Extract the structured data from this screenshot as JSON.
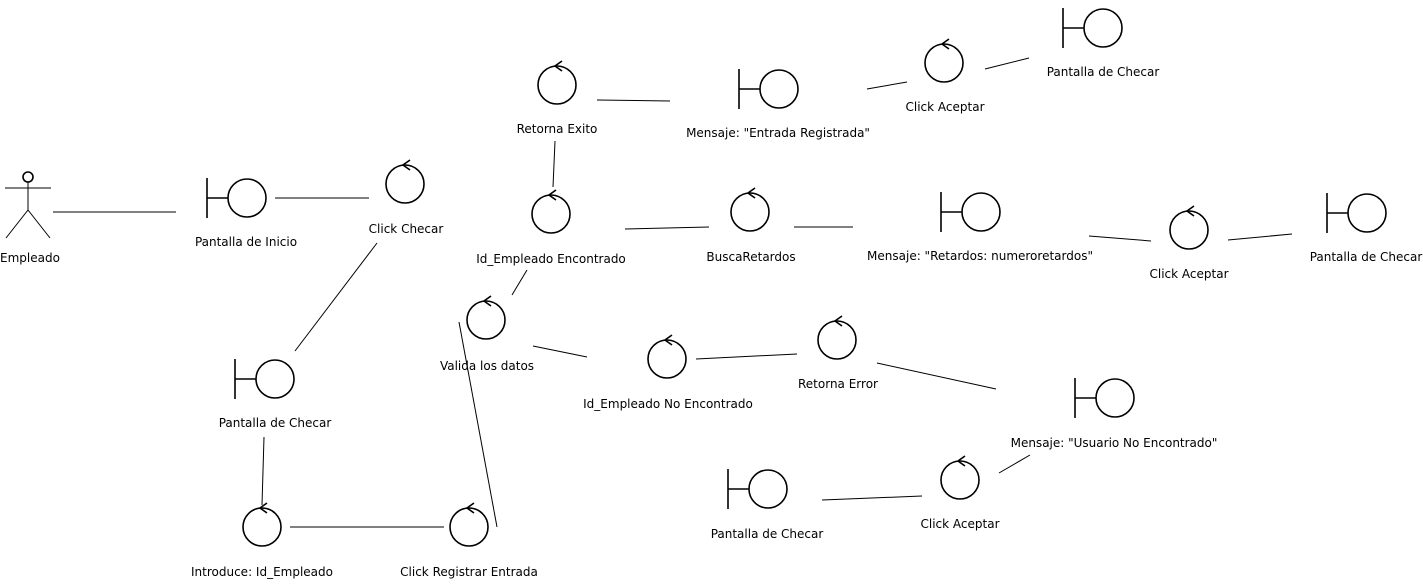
{
  "diagram": {
    "actor": {
      "label": "Empleado"
    },
    "elements": {
      "pantalla_inicio": {
        "type": "boundary",
        "label": "Pantalla de Inicio"
      },
      "click_checar": {
        "type": "control",
        "label": "Click Checar"
      },
      "pantalla_checar_1": {
        "type": "boundary",
        "label": "Pantalla de Checar"
      },
      "introduce_id": {
        "type": "control",
        "label": "Introduce: Id_Empleado"
      },
      "click_registrar": {
        "type": "control",
        "label": "Click Registrar Entrada"
      },
      "valida_datos": {
        "type": "control",
        "label": "Valida los datos"
      },
      "id_encontrado": {
        "type": "control",
        "label": "Id_Empleado Encontrado"
      },
      "retorna_exito": {
        "type": "control",
        "label": "Retorna Exito"
      },
      "msg_entrada": {
        "type": "boundary",
        "label": "Mensaje: \"Entrada Registrada\""
      },
      "click_aceptar_1": {
        "type": "control",
        "label": "Click Aceptar"
      },
      "pantalla_checar_2": {
        "type": "boundary",
        "label": "Pantalla de Checar"
      },
      "busca_retardos": {
        "type": "control",
        "label": "BuscaRetardos"
      },
      "msg_retardos": {
        "type": "boundary",
        "label": "Mensaje: \"Retardos: numeroretardos\""
      },
      "click_aceptar_2": {
        "type": "control",
        "label": "Click Aceptar"
      },
      "pantalla_checar_3": {
        "type": "boundary",
        "label": "Pantalla de Checar"
      },
      "id_no_encontrado": {
        "type": "control",
        "label": "Id_Empleado No Encontrado"
      },
      "retorna_error": {
        "type": "control",
        "label": "Retorna Error"
      },
      "msg_usuario": {
        "type": "boundary",
        "label": "Mensaje: \"Usuario No Encontrado\""
      },
      "click_aceptar_3": {
        "type": "control",
        "label": "Click Aceptar"
      },
      "pantalla_checar_4": {
        "type": "boundary",
        "label": "Pantalla de Checar"
      }
    }
  }
}
